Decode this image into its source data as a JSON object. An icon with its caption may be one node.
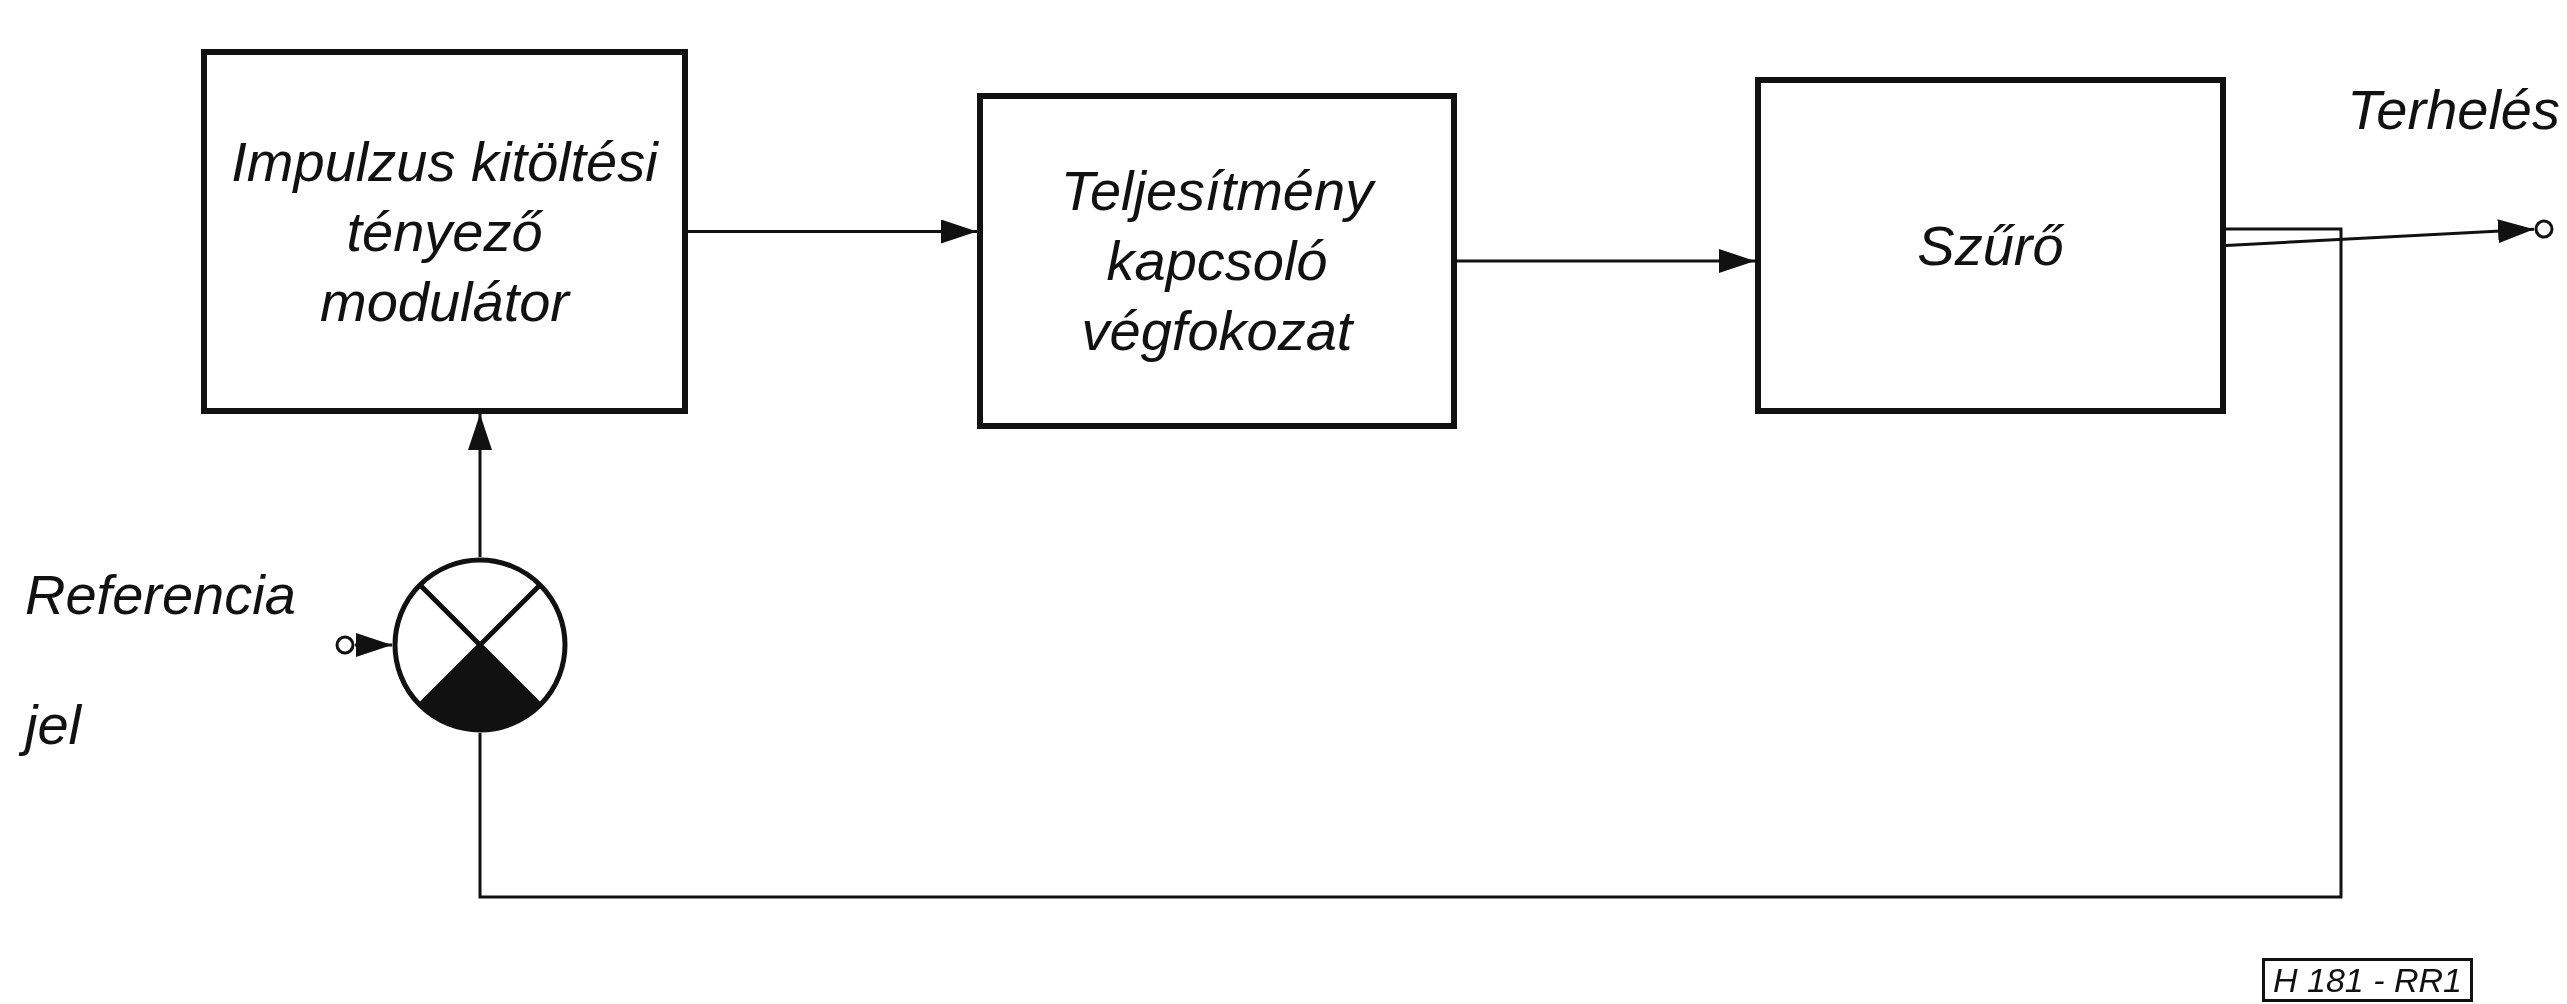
{
  "diagram": {
    "nodes": [
      {
        "text": [
          "Impulzus kitöltési tényező modulátor"
        ]
      },
      {
        "text": [
          "Teljesítmény kapcsoló végfokozat"
        ]
      },
      {
        "text": [
          "Szűrő"
        ]
      },
      {
        "text": [],
        "shape": "circle"
      },
      {
        "text": [],
        "shape": "circle",
        "beside": [
          "Terhelés"
        ]
      },
      {
        "text": [],
        "shape": "circle",
        "beside": [
          "Referencia jel"
        ]
      }
    ],
    "edges": [
      {
        "from": 0,
        "to": 1,
        "arrow": "to"
      },
      {
        "from": 1,
        "to": 2,
        "arrow": "to"
      },
      {
        "from": 2,
        "to": 4,
        "arrow": "to"
      },
      {
        "from": 5,
        "to": 3,
        "arrow": "to"
      },
      {
        "from": 3,
        "to": 0,
        "arrow": "to"
      },
      {
        "from": 2,
        "to": 3,
        "arrow": "none"
      }
    ],
    "labels": [
      "H 181 - RR1"
    ]
  }
}
